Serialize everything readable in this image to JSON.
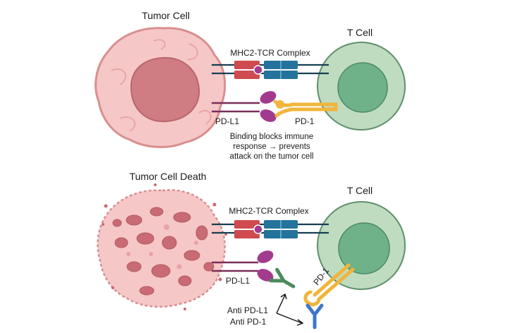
{
  "panels": {
    "top": {
      "tumor_label": "Tumor Cell",
      "tcell_label": "T Cell",
      "complex_label": "MHC2-TCR Complex",
      "pdl1_label": "PD-L1",
      "pd1_label": "PD-1",
      "note_lines": [
        "Binding blocks immune",
        "response → prevents",
        "attack on the tumor cell"
      ]
    },
    "bottom": {
      "tumor_label": "Tumor Cell Death",
      "tcell_label": "T Cell",
      "complex_label": "MHC2-TCR Complex",
      "pdl1_label": "PD-L1",
      "pd1_label": "PD-1",
      "antibody_labels": [
        "Anti PD-L1",
        "Anti PD-1"
      ]
    }
  },
  "colors": {
    "tumor_outer": "#f6c7c7",
    "tumor_edge": "#d98f8f",
    "tumor_nucleus": "#cf7d83",
    "dead_fragment": "#c96b74",
    "tcell_outer": "#bfdcc0",
    "tcell_edge": "#5f8f6a",
    "tcell_nucleus": "#6fb28a",
    "mhc": "#cf4b4f",
    "tcr": "#23739c",
    "membrane": "#7a2f5a",
    "pdl1": "#a23a8e",
    "pd1": "#f0b53a",
    "anti_pdl1": "#4b8a5a",
    "anti_pd1": "#3f76c9"
  }
}
